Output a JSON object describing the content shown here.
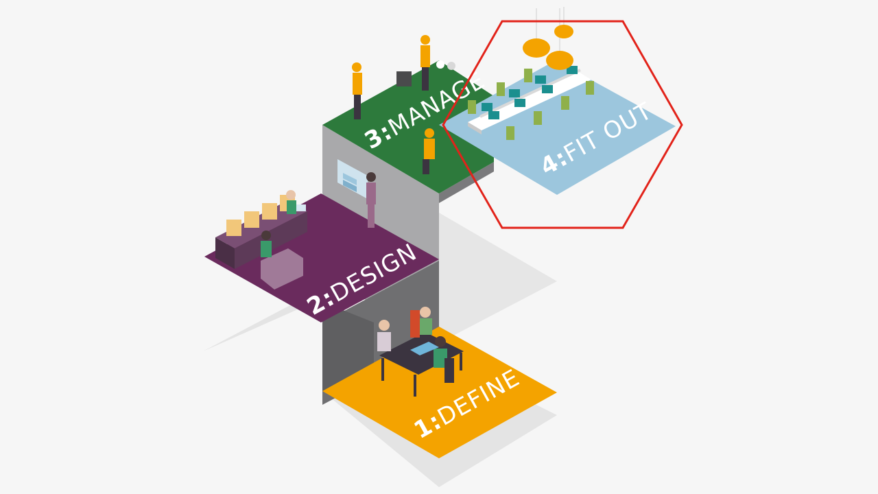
{
  "steps": [
    {
      "number": "1",
      "separator": ":",
      "name": "DEFINE",
      "color": "#f4a300"
    },
    {
      "number": "2",
      "separator": ":",
      "name": "DESIGN",
      "color": "#6a2b5d"
    },
    {
      "number": "3",
      "separator": ":",
      "name": "MANAGE",
      "color": "#2d7a3c"
    },
    {
      "number": "4",
      "separator": ":",
      "name": "FIT OUT",
      "color": "#9cc6dd"
    }
  ],
  "colors": {
    "background": "#f6f6f6",
    "wall_light": "#a8a8aa",
    "wall_dark": "#6d6d6f",
    "shadow": "#e3e3e3",
    "highlight_hexagon": "#e2231a"
  },
  "icons": [
    "meeting-table-icon",
    "sofa-seating-icon",
    "construction-worker-icon",
    "office-desk-icon",
    "pendant-lamp-icon"
  ]
}
